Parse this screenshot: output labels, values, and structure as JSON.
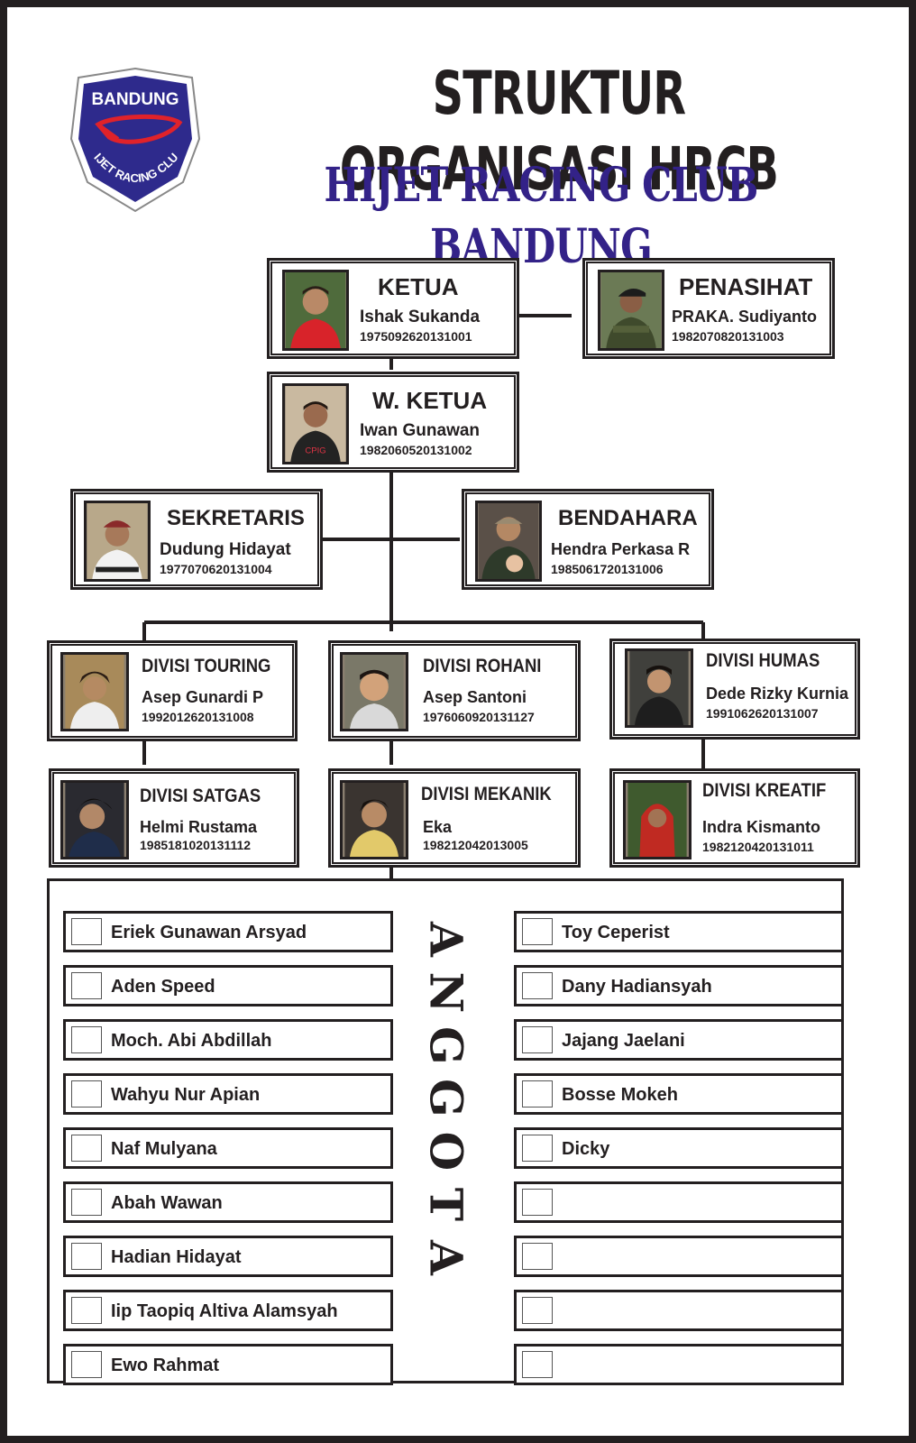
{
  "title": "STRUKTUR ORGANISASI HRCB",
  "subtitle": "HIJET RACING CLUB BANDUNG",
  "logo": {
    "top_text": "BANDUNG",
    "bottom_text": "HIJET RACING CLUB",
    "icon": "club-shield-logo"
  },
  "leaders": [
    {
      "role": "KETUA",
      "name": "Ishak Sukanda",
      "id": "1975092620131001"
    },
    {
      "role": "PENASIHAT",
      "name": "PRAKA. Sudiyanto",
      "id": "1982070820131003"
    },
    {
      "role": "W. KETUA",
      "name": "Iwan Gunawan",
      "id": "1982060520131002"
    },
    {
      "role": "SEKRETARIS",
      "name": "Dudung Hidayat",
      "id": "1977070620131004"
    },
    {
      "role": "BENDAHARA",
      "name": "Hendra Perkasa R",
      "id": "1985061720131006"
    }
  ],
  "divisions": [
    {
      "role": "DIVISI TOURING",
      "name": "Asep Gunardi P",
      "id": "1992012620131008"
    },
    {
      "role": "DIVISI ROHANI",
      "name": "Asep Santoni",
      "id": "1976060920131127"
    },
    {
      "role": "DIVISI HUMAS",
      "name": "Dede Rizky Kurnia",
      "id": "1991062620131007"
    },
    {
      "role": "DIVISI SATGAS",
      "name": "Helmi Rustama",
      "id": "1985181020131112"
    },
    {
      "role": "DIVISI MEKANIK",
      "name": "Eka",
      "id": "198212042013005"
    },
    {
      "role": "DIVISI KREATIF",
      "name": "Indra Kismanto",
      "id": "1982120420131011"
    }
  ],
  "members_label": [
    "A",
    "N",
    "G",
    "G",
    "O",
    "T",
    "A"
  ],
  "members_left": [
    "Eriek Gunawan Arsyad",
    "Aden Speed",
    "Moch. Abi Abdillah",
    "Wahyu Nur Apian",
    "Naf Mulyana",
    "Abah Wawan",
    "Hadian Hidayat",
    "Iip Taopiq Altiva Alamsyah",
    "Ewo Rahmat"
  ],
  "members_right": [
    "Toy Ceperist",
    "Dany Hadiansyah",
    "Jajang Jaelani",
    "Bosse Mokeh",
    "Dicky",
    "",
    "",
    "",
    ""
  ]
}
